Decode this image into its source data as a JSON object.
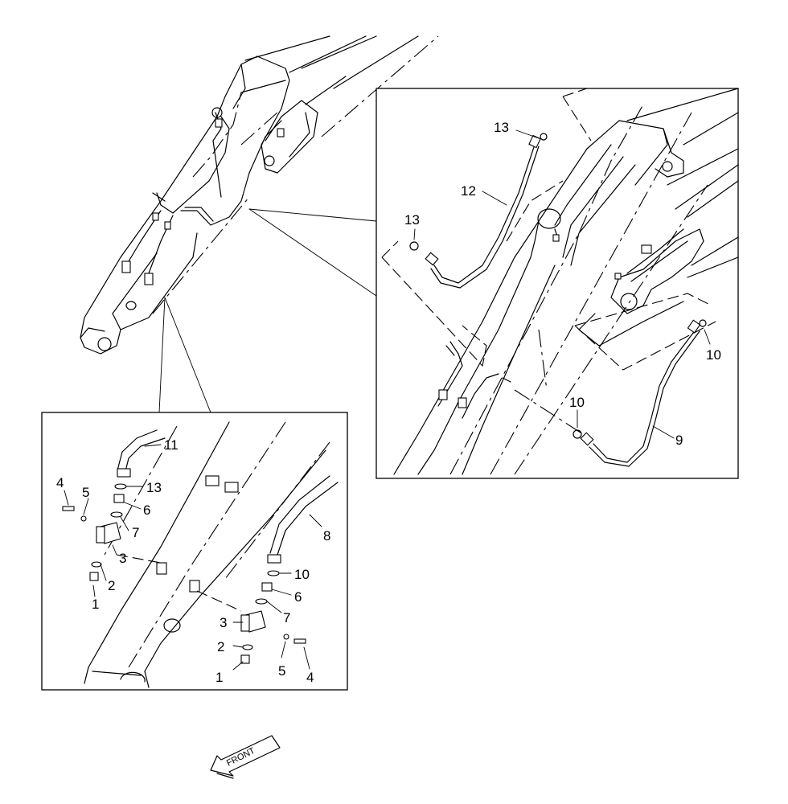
{
  "callouts": {
    "inset_right": {
      "c13a": "13",
      "c12": "12",
      "c13b": "13",
      "c10a": "10",
      "c10b": "10",
      "c9": "9"
    },
    "inset_left": {
      "c11": "11",
      "c13": "13",
      "c4a": "4",
      "c5a": "5",
      "c6a": "6",
      "c7a": "7",
      "c3a": "3",
      "c2a": "2",
      "c1a": "1",
      "c8": "8",
      "c10": "10",
      "c6b": "6",
      "c7b": "7",
      "c3b": "3",
      "c2b": "2",
      "c1b": "1",
      "c5b": "5",
      "c4b": "4"
    }
  },
  "front_arrow": {
    "label": "FRONT"
  },
  "colors": {
    "line": "#000000",
    "background": "#ffffff"
  }
}
